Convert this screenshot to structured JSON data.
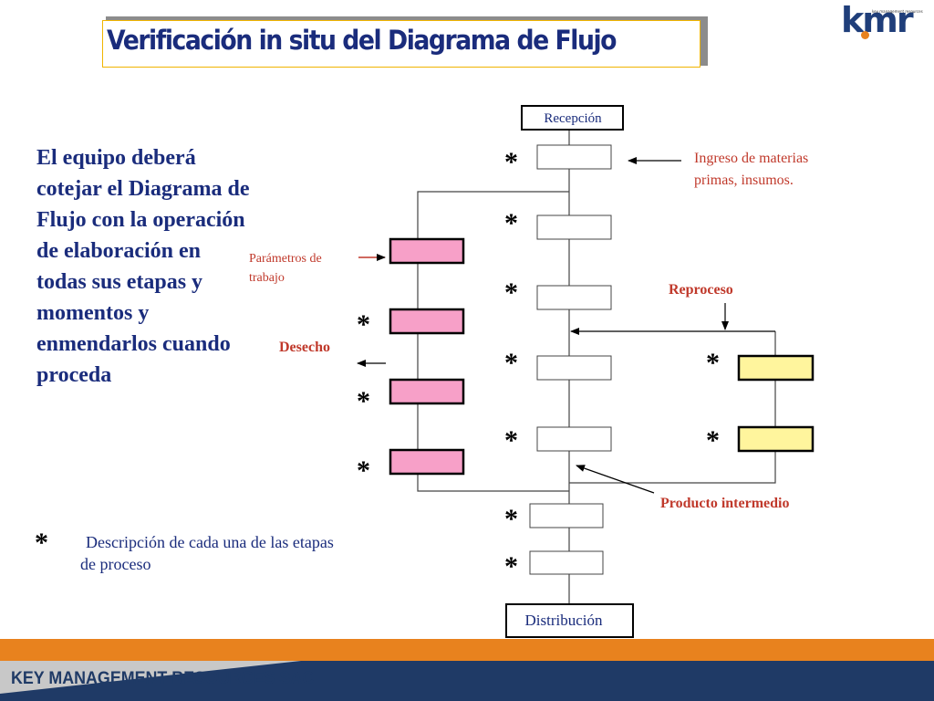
{
  "title": "Verificación  in situ del Diagrama de Flujo",
  "logo": {
    "text": "kmr",
    "tagline": "key management resources"
  },
  "intro": "El equipo  deberá cotejar el Diagrama de Flujo con la operación de elaboración en todas sus etapas  y momentos y enmendarlos cuando proceda",
  "legend": {
    "symbol": "*",
    "text": "Descripción de cada una de las etapas de proceso"
  },
  "flow": {
    "start": "Recepción",
    "end": "Distribución",
    "annotations": {
      "ingreso_line1": "Ingreso de materias",
      "ingreso_line2": "primas, insumos.",
      "parametros_line1": "Parámetros de",
      "parametros_line2": "trabajo",
      "desecho": "Desecho",
      "reproceso": "Reproceso",
      "producto_intermedio": "Producto intermedio"
    },
    "step_marker": "*"
  },
  "footer": {
    "company": "KEY MANAGEMENT RESOURCES SAC"
  },
  "colors": {
    "title_text": "#1a2c7c",
    "body_text": "#1a2c7c",
    "annotation_red": "#c0392b",
    "pink_box": "#f7a0c8",
    "yellow_box": "#fff59d",
    "footer_orange": "#e8821e",
    "footer_navy": "#1f3a66",
    "logo_orange": "#e8821e"
  }
}
